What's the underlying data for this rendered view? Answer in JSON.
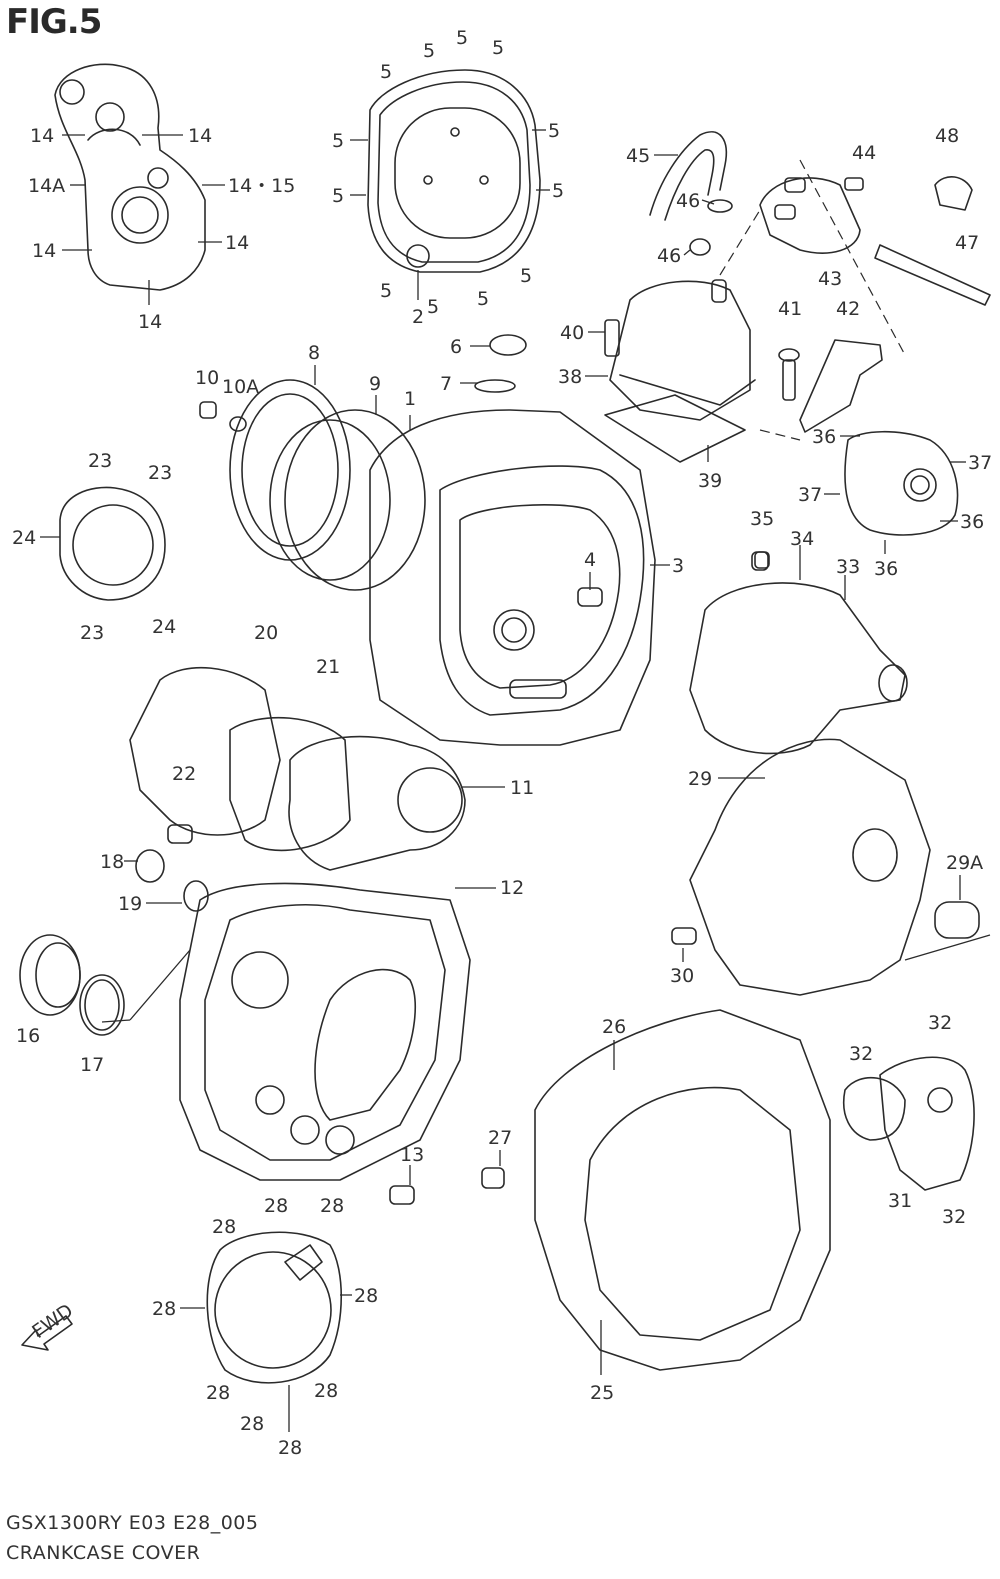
{
  "figure": {
    "title": "FIG.5",
    "code": "GSX1300RY E03 E28_005",
    "name": "CRANKCASE COVER"
  },
  "callouts": {
    "c1": "1",
    "c2": "2",
    "c3": "3",
    "c4": "4",
    "c5": "5",
    "c6": "6",
    "c7": "7",
    "c8": "8",
    "c9": "9",
    "c10": "10",
    "c10a": "10A",
    "c11": "11",
    "c12": "12",
    "c13": "13",
    "c14": "14",
    "c14a": "14A",
    "c14_15": "14・15",
    "c16": "16",
    "c17": "17",
    "c18": "18",
    "c19": "19",
    "c20": "20",
    "c21": "21",
    "c22": "22",
    "c23": "23",
    "c24": "24",
    "c25": "25",
    "c26": "26",
    "c27": "27",
    "c28": "28",
    "c29": "29",
    "c29a": "29A",
    "c30": "30",
    "c31": "31",
    "c32": "32",
    "c33": "33",
    "c34": "34",
    "c35": "35",
    "c36": "36",
    "c37": "37",
    "c38": "38",
    "c39": "39",
    "c40": "40",
    "c41": "41",
    "c42": "42",
    "c43": "43",
    "c44": "44",
    "c45": "45",
    "c46": "46",
    "c47": "47",
    "c48": "48"
  },
  "fwd_arrow_label": "FWD"
}
